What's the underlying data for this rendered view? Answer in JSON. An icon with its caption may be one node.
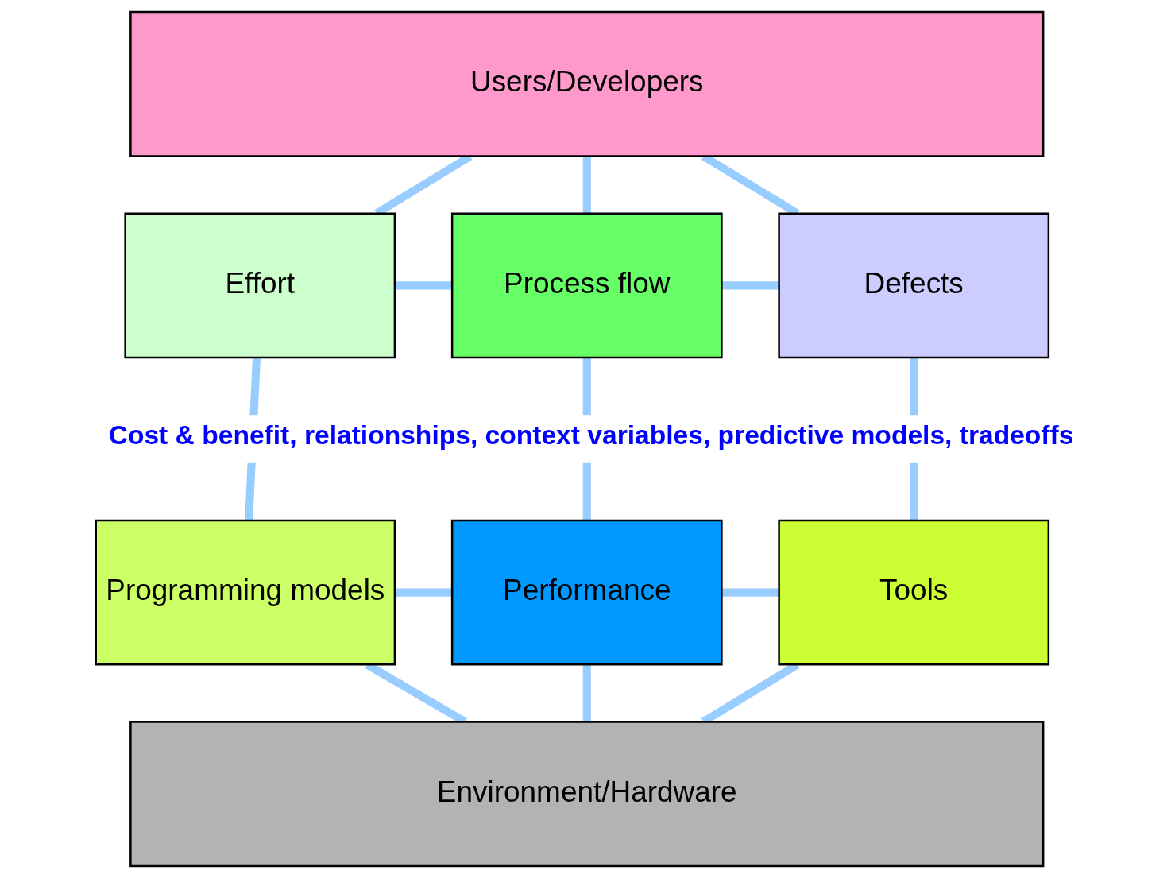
{
  "diagram": {
    "nodes": [
      {
        "text": [
          "Users/Developers"
        ]
      },
      {
        "text": [
          "Effort"
        ]
      },
      {
        "text": [
          "Process flow"
        ]
      },
      {
        "text": [
          "Defects"
        ]
      },
      {
        "text": [
          "Programming models"
        ]
      },
      {
        "text": [
          "Performance"
        ]
      },
      {
        "text": [
          "Tools"
        ]
      },
      {
        "text": [
          "Environment/Hardware"
        ]
      }
    ],
    "edges": [
      {
        "from": 0,
        "to": 1,
        "arrow": "none"
      },
      {
        "from": 0,
        "to": 2,
        "arrow": "none"
      },
      {
        "from": 0,
        "to": 3,
        "arrow": "none"
      },
      {
        "from": 1,
        "to": 2,
        "arrow": "none"
      },
      {
        "from": 2,
        "to": 3,
        "arrow": "none"
      },
      {
        "from": 1,
        "to": 4,
        "arrow": "none"
      },
      {
        "from": 2,
        "to": 5,
        "arrow": "none"
      },
      {
        "from": 3,
        "to": 6,
        "arrow": "none"
      },
      {
        "from": 4,
        "to": 5,
        "arrow": "none"
      },
      {
        "from": 5,
        "to": 6,
        "arrow": "none"
      },
      {
        "from": 4,
        "to": 7,
        "arrow": "none"
      },
      {
        "from": 5,
        "to": 7,
        "arrow": "none"
      },
      {
        "from": 6,
        "to": 7,
        "arrow": "none"
      }
    ],
    "labels": [
      "Cost & benefit, relationships, context variables, predictive models, tradeoffs"
    ]
  }
}
